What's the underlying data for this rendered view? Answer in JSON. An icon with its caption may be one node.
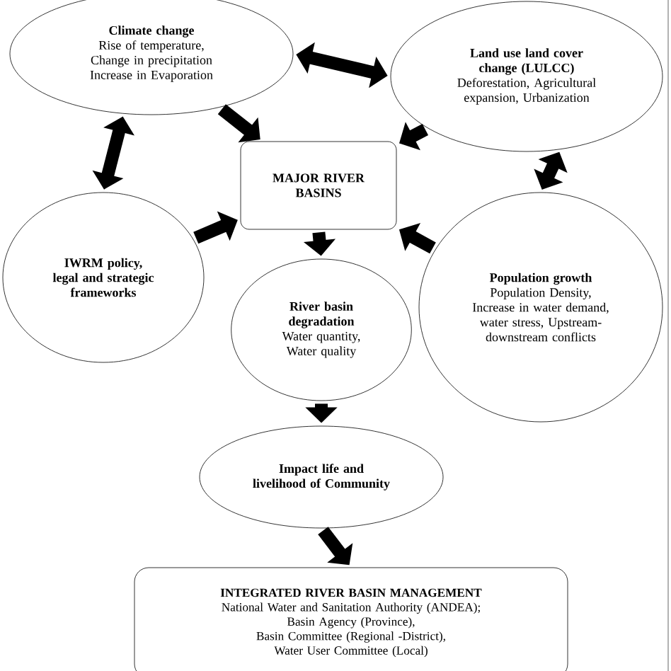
{
  "diagram": {
    "nodes": [
      {
        "text": [
          "Climate change",
          "Rise of temperature, Change in precipitation Increase in Evaporation"
        ]
      },
      {
        "text": [
          "Land use land cover change (LULCC)",
          "Deforestation, Agricultural expansion, Urbanization"
        ]
      },
      {
        "text": [
          "MAJOR RIVER BASINS"
        ]
      },
      {
        "text": [
          "IWRM policy, legal and strategic frameworks"
        ]
      },
      {
        "text": [
          "Population growth",
          "Population Density, Increase in water demand, water stress, Upstream- downstream conflicts"
        ]
      },
      {
        "text": [
          "River basin degradation",
          "Water quantity, Water quality"
        ]
      },
      {
        "text": [
          "Impact life and livelihood of Community"
        ]
      },
      {
        "text": [
          "INTEGRATED RIVER BASIN MANAGEMENT",
          "National Water and Sanitation Authority (ANDEA);",
          "Basin Agency (Province),",
          "Basin Committee (Regional -District),",
          "Water User Committee (Local)"
        ]
      }
    ],
    "edges": [
      {
        "from": 0,
        "to": 1,
        "arrow": "both"
      },
      {
        "from": 0,
        "to": 2,
        "arrow": "to"
      },
      {
        "from": 1,
        "to": 2,
        "arrow": "to"
      },
      {
        "from": 0,
        "to": 3,
        "arrow": "both"
      },
      {
        "from": 1,
        "to": 4,
        "arrow": "both"
      },
      {
        "from": 3,
        "to": 2,
        "arrow": "to"
      },
      {
        "from": 4,
        "to": 2,
        "arrow": "to"
      },
      {
        "from": 2,
        "to": 5,
        "arrow": "to"
      },
      {
        "from": 5,
        "to": 6,
        "arrow": "to"
      },
      {
        "from": 6,
        "to": 7,
        "arrow": "to"
      }
    ]
  }
}
